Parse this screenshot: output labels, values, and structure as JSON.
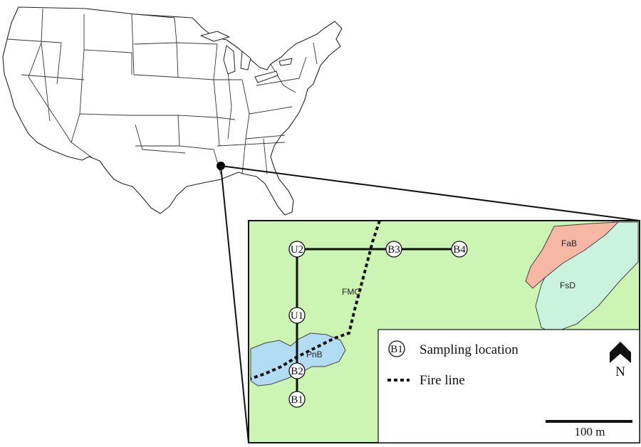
{
  "inset": {
    "sites": [
      {
        "id": "u2",
        "label": "U2"
      },
      {
        "id": "b3",
        "label": "B3"
      },
      {
        "id": "b4",
        "label": "B4"
      },
      {
        "id": "u1",
        "label": "U1"
      },
      {
        "id": "b2",
        "label": "B2"
      },
      {
        "id": "b1",
        "label": "B1"
      }
    ],
    "soil_units": {
      "fmc": "FMC",
      "fab": "FaB",
      "fsd": "FsD",
      "pnb": "PnB"
    }
  },
  "legend": {
    "symbol_label": "B1",
    "sampling_location": "Sampling location",
    "fire_line": "Fire line",
    "north": "N",
    "scale": "100 m"
  },
  "colors": {
    "fmc": "#ccf5b3",
    "fab": "#f6b8a4",
    "fsd": "#c9f3dc",
    "pnb": "#b2dcf3",
    "line": "#111111"
  }
}
